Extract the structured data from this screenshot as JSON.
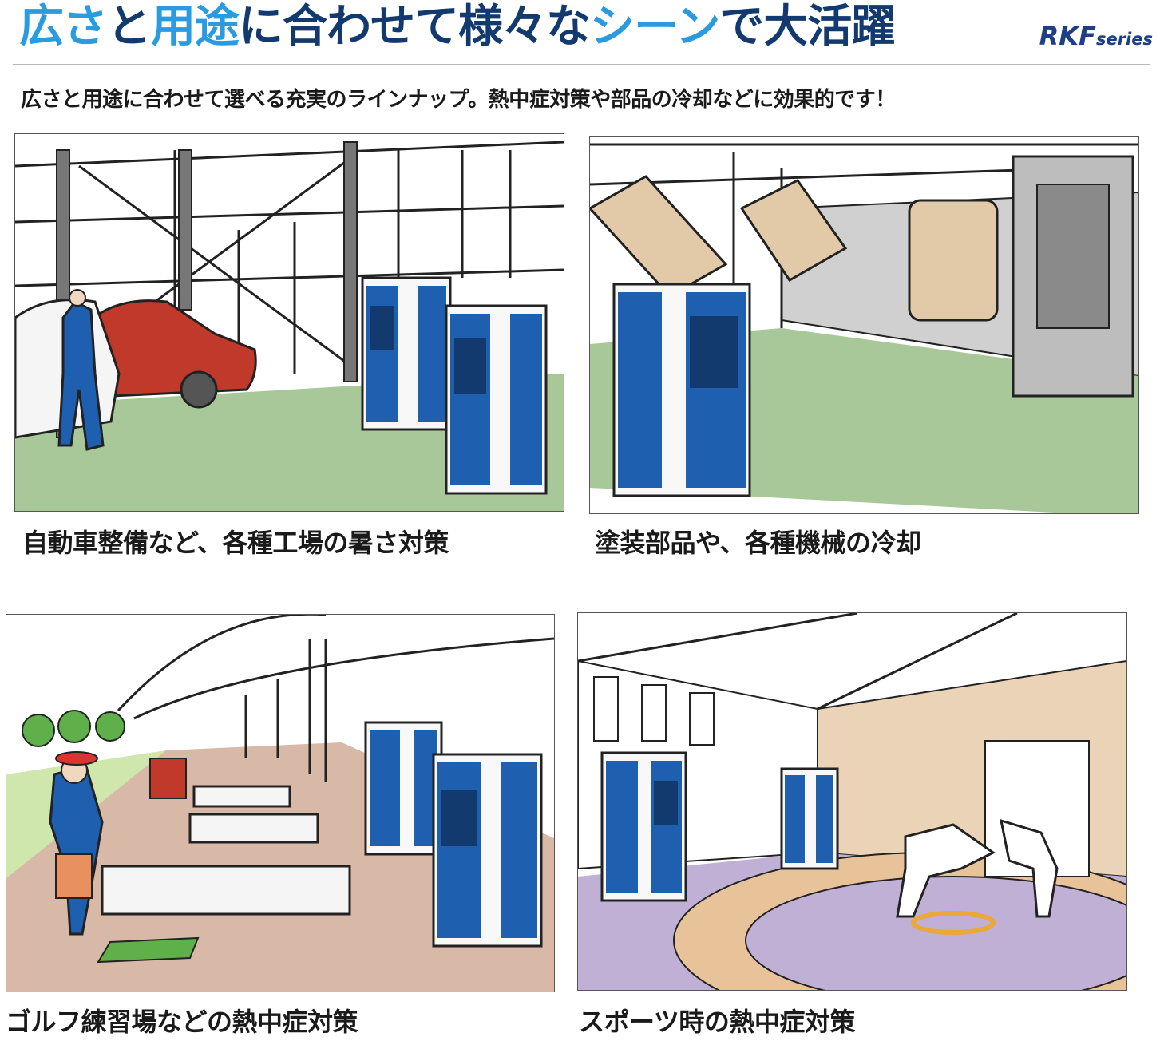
{
  "header": {
    "title_parts": [
      {
        "text": "広さ",
        "color": "blue"
      },
      {
        "text": "と",
        "color": "dark"
      },
      {
        "text": "用途",
        "color": "blue"
      },
      {
        "text": "に合わせて様々な",
        "color": "dark"
      },
      {
        "text": "シーン",
        "color": "blue"
      },
      {
        "text": "で大活躍",
        "color": "dark"
      }
    ],
    "series_main": "RKF",
    "series_sub": "series"
  },
  "subtitle": "広さと用途に合わせて選べる充実のラインナップ。熱中症対策や部品の冷却などに効果的です！",
  "scenes": [
    {
      "caption": "自動車整備など、各種工場の暑さ対策",
      "floor_color": "#a8c89a"
    },
    {
      "caption": "塗装部品や、各種機械の冷却",
      "floor_color": "#a8c89a"
    },
    {
      "caption": "ゴルフ練習場などの熱中症対策",
      "floor_color": "#d8b8a6"
    },
    {
      "caption": "スポーツ時の熱中症対策",
      "floor_color": "#c0b0d6"
    }
  ],
  "colors": {
    "title_blue": "#2a9be0",
    "title_dark": "#123a6e",
    "unit_blue": "#1e5fb0",
    "series_navy": "#1f3f85"
  }
}
